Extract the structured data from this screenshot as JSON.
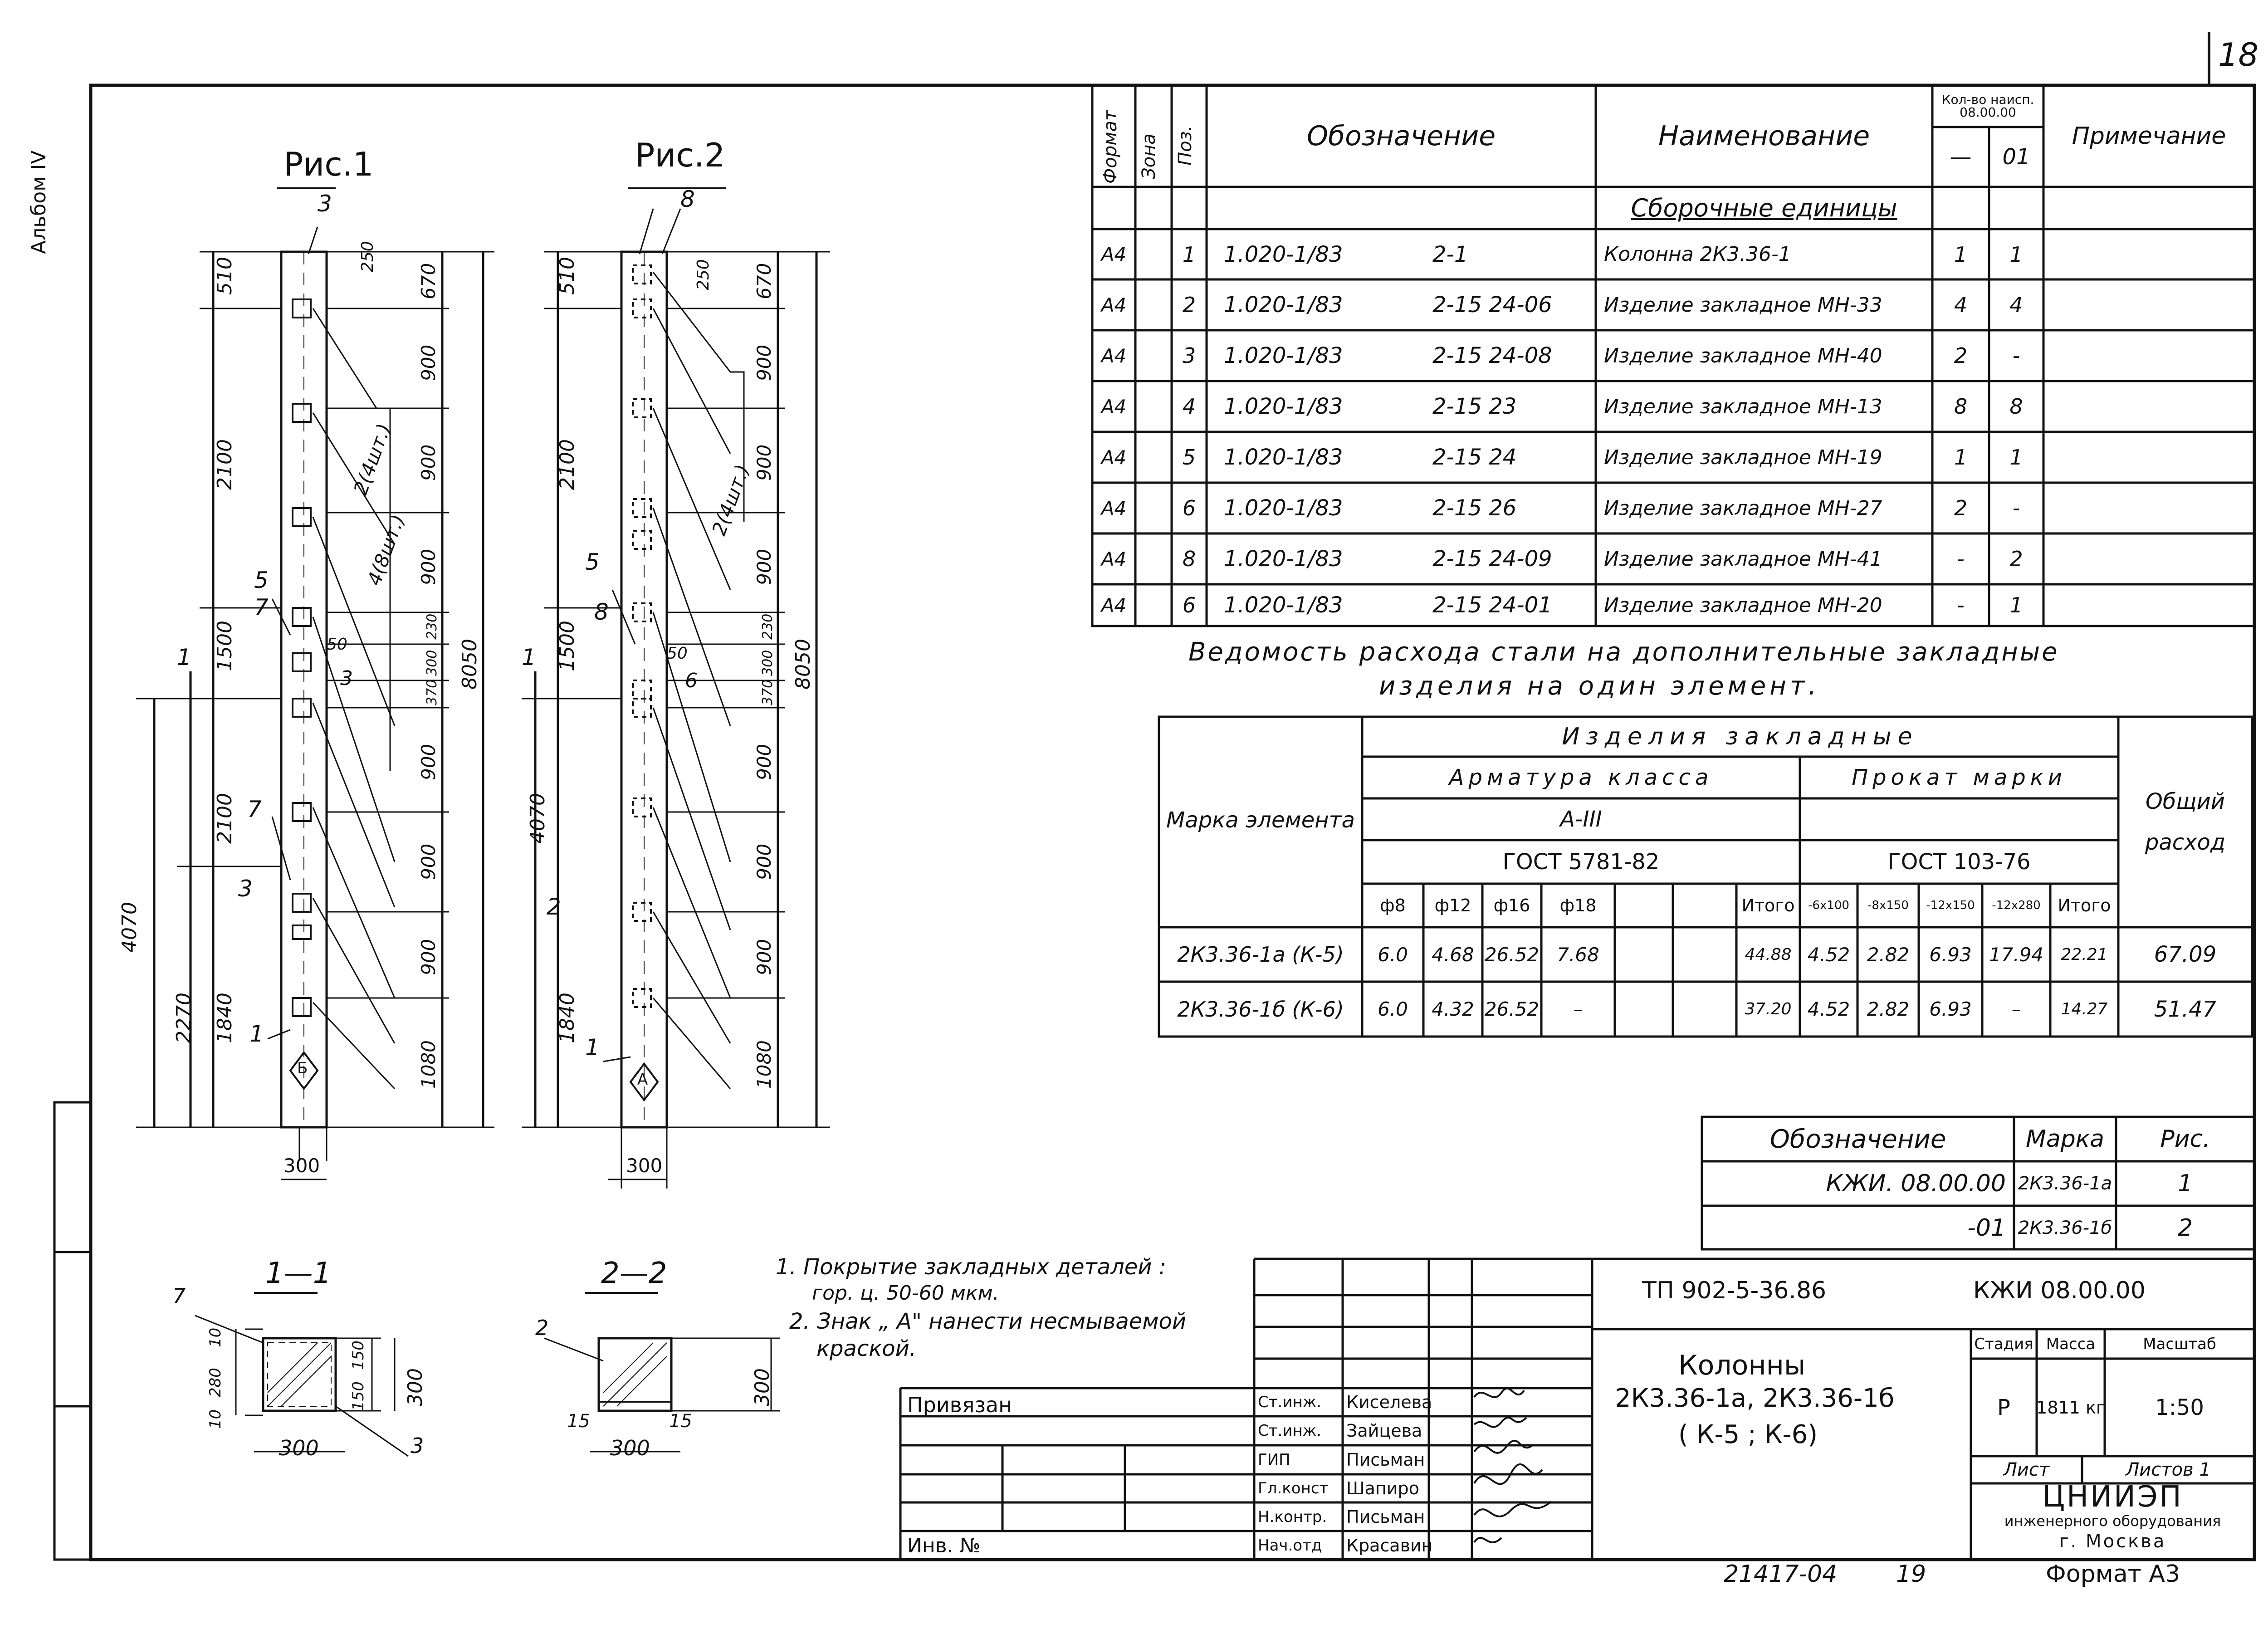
{
  "page_number": "18",
  "album_mark": "Альбом IV",
  "fig1": {
    "title": "Рис.1",
    "pos_top": "3",
    "pos_5": "5",
    "pos_7": "7",
    "pos_1": "1",
    "pos_mark": "Б",
    "section1": "1",
    "section3": "3"
  },
  "fig2": {
    "title": "Рис.2",
    "pos_top": "8",
    "pos_5": "5",
    "pos_8": "8",
    "pos_1": "1",
    "pos_mark": "А",
    "pos_6": "6",
    "section1": "1",
    "section2": "2"
  },
  "fig1_dims_left": [
    "510",
    "2100",
    "1500",
    "2100",
    "1840",
    "4070",
    "2270"
  ],
  "fig1_dims_right": [
    "670",
    "900",
    "900",
    "900",
    "230",
    "300",
    "370",
    "900",
    "900",
    "900",
    "1080",
    "8050"
  ],
  "fig1_misc": {
    "d250": "250",
    "d50": "50",
    "count2": "2(4шт.)",
    "count4": "4(8шт.)",
    "width": "300",
    "sec3_label": "3"
  },
  "fig2_dims_left": [
    "510",
    "2100",
    "1500",
    "4070",
    "1840"
  ],
  "fig2_dims_right": [
    "670",
    "900",
    "900",
    "900",
    "230",
    "300",
    "370",
    "900",
    "900",
    "900",
    "1080",
    "8050"
  ],
  "fig2_misc": {
    "d250": "250",
    "d50": "50",
    "count2": "2(4шт.)",
    "width": "300"
  },
  "section_1": {
    "title": "1—1",
    "pos7": "7",
    "pos3": "3",
    "d10a": "10",
    "d280": "280",
    "d10b": "10",
    "d150a": "150",
    "d150b": "150",
    "d300r": "300",
    "d300b": "300"
  },
  "section_2": {
    "title": "2—2",
    "pos2": "2",
    "d15a": "15",
    "d15b": "15",
    "d300b": "300",
    "d300r": "300"
  },
  "spec_table": {
    "headers": {
      "format": "Формат",
      "zone": "Зона",
      "pos": "Поз.",
      "designation": "Обозначение",
      "name": "Наименование",
      "qty_group": "Кол-во наисп. 08.00.00",
      "qty_dash": "—",
      "qty_01": "01",
      "note": "Примечание"
    },
    "section_title": "Сборочные единицы",
    "rows": [
      {
        "format": "А4",
        "pos": "1",
        "code": "1.020-1/83",
        "sheet": "2-1",
        "name": "Колонна 2К3.36-1",
        "q1": "1",
        "q2": "1"
      },
      {
        "format": "А4",
        "pos": "2",
        "code": "1.020-1/83",
        "sheet": "2-15 24-06",
        "name": "Изделие закладное МН-33",
        "q1": "4",
        "q2": "4"
      },
      {
        "format": "А4",
        "pos": "3",
        "code": "1.020-1/83",
        "sheet": "2-15 24-08",
        "name": "Изделие закладное МН-40",
        "q1": "2",
        "q2": "-"
      },
      {
        "format": "А4",
        "pos": "4",
        "code": "1.020-1/83",
        "sheet": "2-15 23",
        "name": "Изделие закладное МН-13",
        "q1": "8",
        "q2": "8"
      },
      {
        "format": "А4",
        "pos": "5",
        "code": "1.020-1/83",
        "sheet": "2-15 24",
        "name": "Изделие закладное МН-19",
        "q1": "1",
        "q2": "1"
      },
      {
        "format": "А4",
        "pos": "6",
        "code": "1.020-1/83",
        "sheet": "2-15 26",
        "name": "Изделие закладное МН-27",
        "q1": "2",
        "q2": "-"
      },
      {
        "format": "А4",
        "pos": "8",
        "code": "1.020-1/83",
        "sheet": "2-15 24-09",
        "name": "Изделие закладное МН-41",
        "q1": "-",
        "q2": "2"
      },
      {
        "format": "А4",
        "pos": "6",
        "code": "1.020-1/83",
        "sheet": "2-15 24-01",
        "name": "Изделие закладное МН-20",
        "q1": "-",
        "q2": "1"
      }
    ]
  },
  "steel_title_1": "Ведомость расхода стали на дополнительные закладные",
  "steel_title_2": "изделия на один элемент.",
  "steel_table": {
    "mark_header": "Марка элемента",
    "group": "Изделия закладные",
    "rebar": "Арматура класса",
    "rebar_class": "А-III",
    "rebar_gost": "ГОСТ 5781-82",
    "prokat": "Прокат марки",
    "prokat_gost": "ГОСТ 103-76",
    "total_header": "Общий расход",
    "sub": [
      "ф8",
      "ф12",
      "ф16",
      "ф18",
      "",
      "",
      "Итого",
      "-6x100",
      "-8x150",
      "-12x150",
      "-12x280",
      "Итого"
    ],
    "rows": [
      {
        "mark": "2К3.36-1а (К-5)",
        "v": [
          "6.0",
          "4.68",
          "26.52",
          "7.68",
          "",
          "",
          "44.88",
          "4.52",
          "2.82",
          "6.93",
          "17.94",
          "22.21"
        ],
        "total": "67.09"
      },
      {
        "mark": "2К3.36-1б (К-6)",
        "v": [
          "6.0",
          "4.32",
          "26.52",
          "–",
          "",
          "",
          "37.20",
          "4.52",
          "2.82",
          "6.93",
          "–",
          "14.27"
        ],
        "total": "51.47"
      }
    ]
  },
  "marks_table": {
    "h_designation": "Обозначение",
    "h_mark": "Марка",
    "h_fig": "Рис.",
    "rows": [
      {
        "designation": "КЖИ. 08.00.00",
        "mark": "2К3.36-1а",
        "fig": "1"
      },
      {
        "designation": "-01",
        "mark": "2К3.36-1б",
        "fig": "2"
      }
    ]
  },
  "notes": {
    "n1": "1. Покрытие закладных деталей :",
    "n1b": "гор. ц. 50-60 мкм.",
    "n2": "2. Знак „ А\" нанести несмываемой",
    "n2b": "краской."
  },
  "stamp": {
    "code_left": "ТП 902-5-36.86",
    "code_right": "КЖИ 08.00.00",
    "title1": "Колонны",
    "title2": "2К3.36-1а, 2К3.36-1б",
    "title3": "( К-5 ; К-6)",
    "stage_h": "Стадия",
    "mass_h": "Масса",
    "scale_h": "Масштаб",
    "stage": "Р",
    "mass": "1811 кг",
    "scale": "1:50",
    "sheet": "Лист",
    "sheets": "Листов 1",
    "org1": "ЦНИИЭП",
    "org2": "инженерного оборудования",
    "org3": "г. Москва",
    "privyazan": "Привязан",
    "inv": "Инв. №",
    "roles": [
      {
        "role": "Ст.инж.",
        "name": "Киселева"
      },
      {
        "role": "Ст.инж.",
        "name": "Зайцева"
      },
      {
        "role": "ГИП",
        "name": "Письман"
      },
      {
        "role": "Гл.конст",
        "name": "Шапиро"
      },
      {
        "role": "Н.контр.",
        "name": "Письман"
      },
      {
        "role": "Нач.отд",
        "name": "Красавин"
      }
    ]
  },
  "footer_code": "21417-04",
  "footer_num": "19",
  "format": "Формат А3"
}
